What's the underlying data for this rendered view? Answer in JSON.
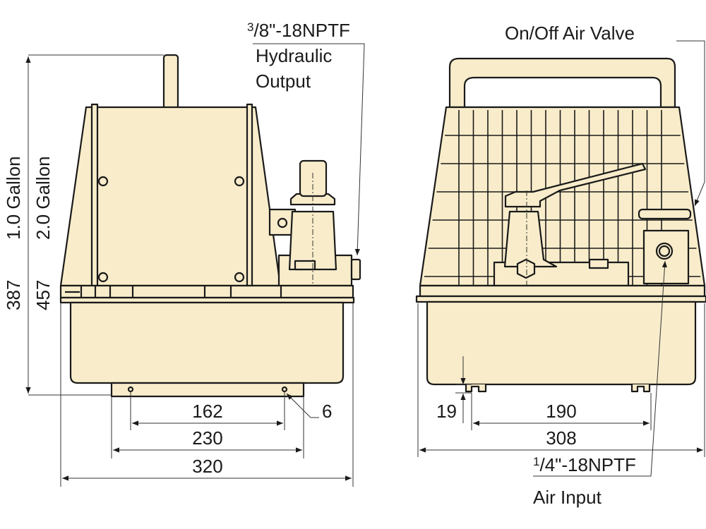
{
  "left_view": {
    "hydraulic_fitting": {
      "size_num": "3",
      "size_rest": "/8\"-18NPTF",
      "line1": "Hydraulic",
      "line2": "Output"
    },
    "height_1gal": {
      "value": "387",
      "label": "1.0 Gallon"
    },
    "height_2gal": {
      "value": "457",
      "label": "2.0 Gallon"
    },
    "dim_hole_spacing": "162",
    "dim_foot_width": "230",
    "dim_overall_width": "320",
    "dim_hole_dia": "6"
  },
  "right_view": {
    "valve_label": "On/Off Air Valve",
    "dim_foot_height": "19",
    "dim_foot_spacing": "190",
    "dim_overall_depth": "308",
    "air_fitting": {
      "size_num": "1",
      "size_rest": "/4\"-18NPTF",
      "label": "Air Input"
    }
  },
  "colors": {
    "body": "#f8ecca",
    "outline": "#1a1a1a"
  }
}
